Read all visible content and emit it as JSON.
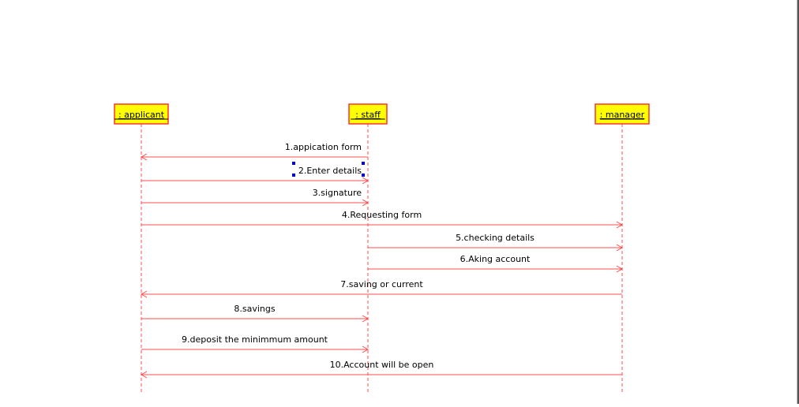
{
  "diagram": {
    "colors": {
      "line": "#ff4d4d",
      "box_fill": "#ffff00",
      "box_border": "#ff3333",
      "handle": "#0000cc",
      "text": "#000000"
    },
    "lifelines": [
      {
        "id": "applicant",
        "label": ": applicant"
      },
      {
        "id": "staff",
        "label": ": staff"
      },
      {
        "id": "manager",
        "label": ": manager"
      }
    ],
    "messages": [
      {
        "label": "1.appication form",
        "from": "staff",
        "to": "applicant"
      },
      {
        "label": "2.Enter details",
        "from": "applicant",
        "to": "staff",
        "selected": true
      },
      {
        "label": "3.signature",
        "from": "applicant",
        "to": "staff"
      },
      {
        "label": "4.Requesting form",
        "from": "applicant",
        "to": "manager"
      },
      {
        "label": "5.checking details",
        "from": "staff",
        "to": "manager"
      },
      {
        "label": "6.Aking account",
        "from": "staff",
        "to": "manager"
      },
      {
        "label": "7.saving or current",
        "from": "manager",
        "to": "applicant"
      },
      {
        "label": "8.savings",
        "from": "applicant",
        "to": "staff"
      },
      {
        "label": "9.deposit the minimmum amount",
        "from": "applicant",
        "to": "staff"
      },
      {
        "label": "10.Account will be open",
        "from": "manager",
        "to": "applicant"
      }
    ]
  }
}
